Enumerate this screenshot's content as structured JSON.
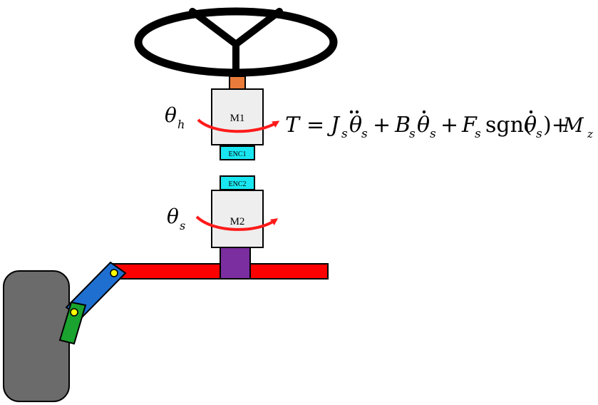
{
  "motors": {
    "m1_label": "M1",
    "m2_label": "M2"
  },
  "encoders": {
    "enc1_label": "ENC1",
    "enc2_label": "ENC2"
  },
  "angles": {
    "theta_symbol": "θ",
    "theta_h_subscript": "h",
    "theta_s_subscript": "s"
  },
  "equation": {
    "text": "T = J_s θ̈_s + B_s θ̇_s + F_s sgn(θ̇_s) + M_z"
  },
  "colors": {
    "steering_wheel": "#000000",
    "shaft_coupler": "#e97c3a",
    "motor_body": "#eeeeee",
    "encoder": "#19e6f0",
    "rack": "#ff0000",
    "pinion": "#7a2ea0",
    "tie_rod": "#1f6fd1",
    "knuckle": "#1aa32e",
    "joint": "#ffff00",
    "tire": "#6b6b6b",
    "rotation_arrow": "#ff1a1a"
  }
}
